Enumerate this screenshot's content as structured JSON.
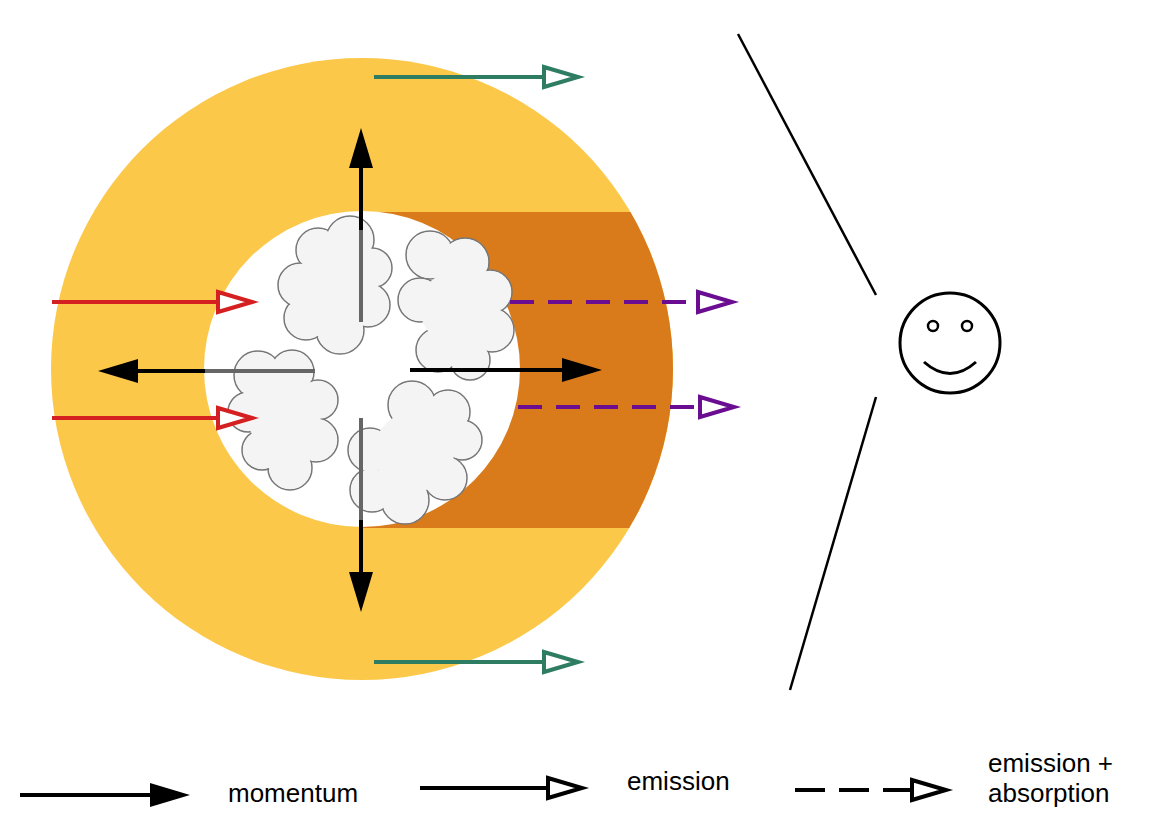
{
  "diagram": {
    "legend": [
      {
        "text": "momentum"
      },
      {
        "text": "emission"
      },
      {
        "text": "emission + absorption"
      }
    ]
  }
}
